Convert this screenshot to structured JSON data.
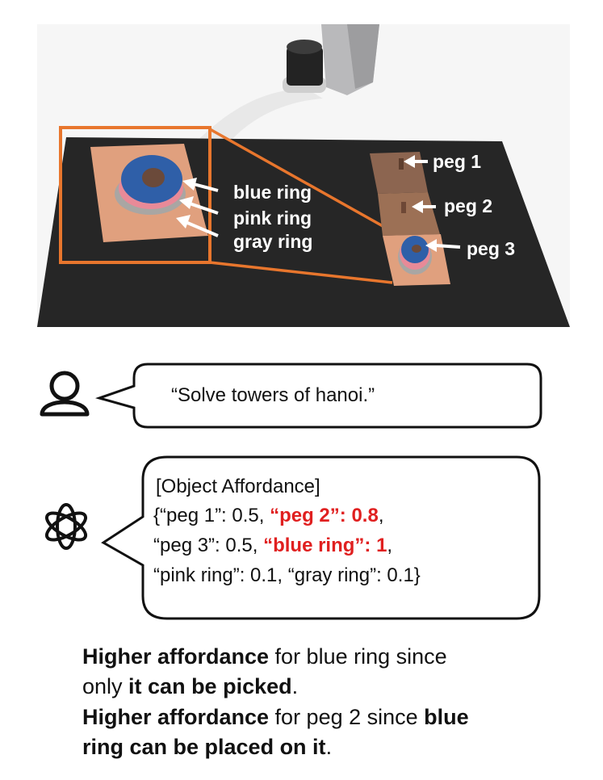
{
  "scene": {
    "labels": {
      "blue_ring": "blue ring",
      "pink_ring": "pink ring",
      "gray_ring": "gray ring",
      "peg1": "peg 1",
      "peg2": "peg 2",
      "peg3": "peg 3"
    },
    "colors": {
      "highlight_box": "#e8762d",
      "table": "#262626",
      "board": "#e0a07e",
      "blue_ring": "#2f5fa8",
      "pink_ring": "#e88a98",
      "gray_ring": "#b8b4b0"
    }
  },
  "user": {
    "icon": "user-icon",
    "message": "“Solve towers of hanoi.”"
  },
  "assistant": {
    "icon": "openai-logo-icon",
    "line1": "[Object Affordance]",
    "line2_a": "{“peg 1”: 0.5, ",
    "line2_hl": "“peg 2”: 0.8",
    "line2_b": ",",
    "line3_a": " “peg 3”: 0.5, ",
    "line3_hl": "“blue  ring”: 1",
    "line3_b": ",",
    "line4": " “pink ring”: 0.1, “gray ring”: 0.1}",
    "highlight_color": "#e02020"
  },
  "explanation": {
    "l1_b": "Higher affordance",
    "l1_t": " for blue ring since",
    "l2_t": "only ",
    "l2_b": "it can be picked",
    "l2_e": ".",
    "l3_b": "Higher affordance",
    "l3_t": " for peg 2 since ",
    "l3_b2": "blue",
    "l4_b": "ring can be placed on it",
    "l4_e": "."
  }
}
